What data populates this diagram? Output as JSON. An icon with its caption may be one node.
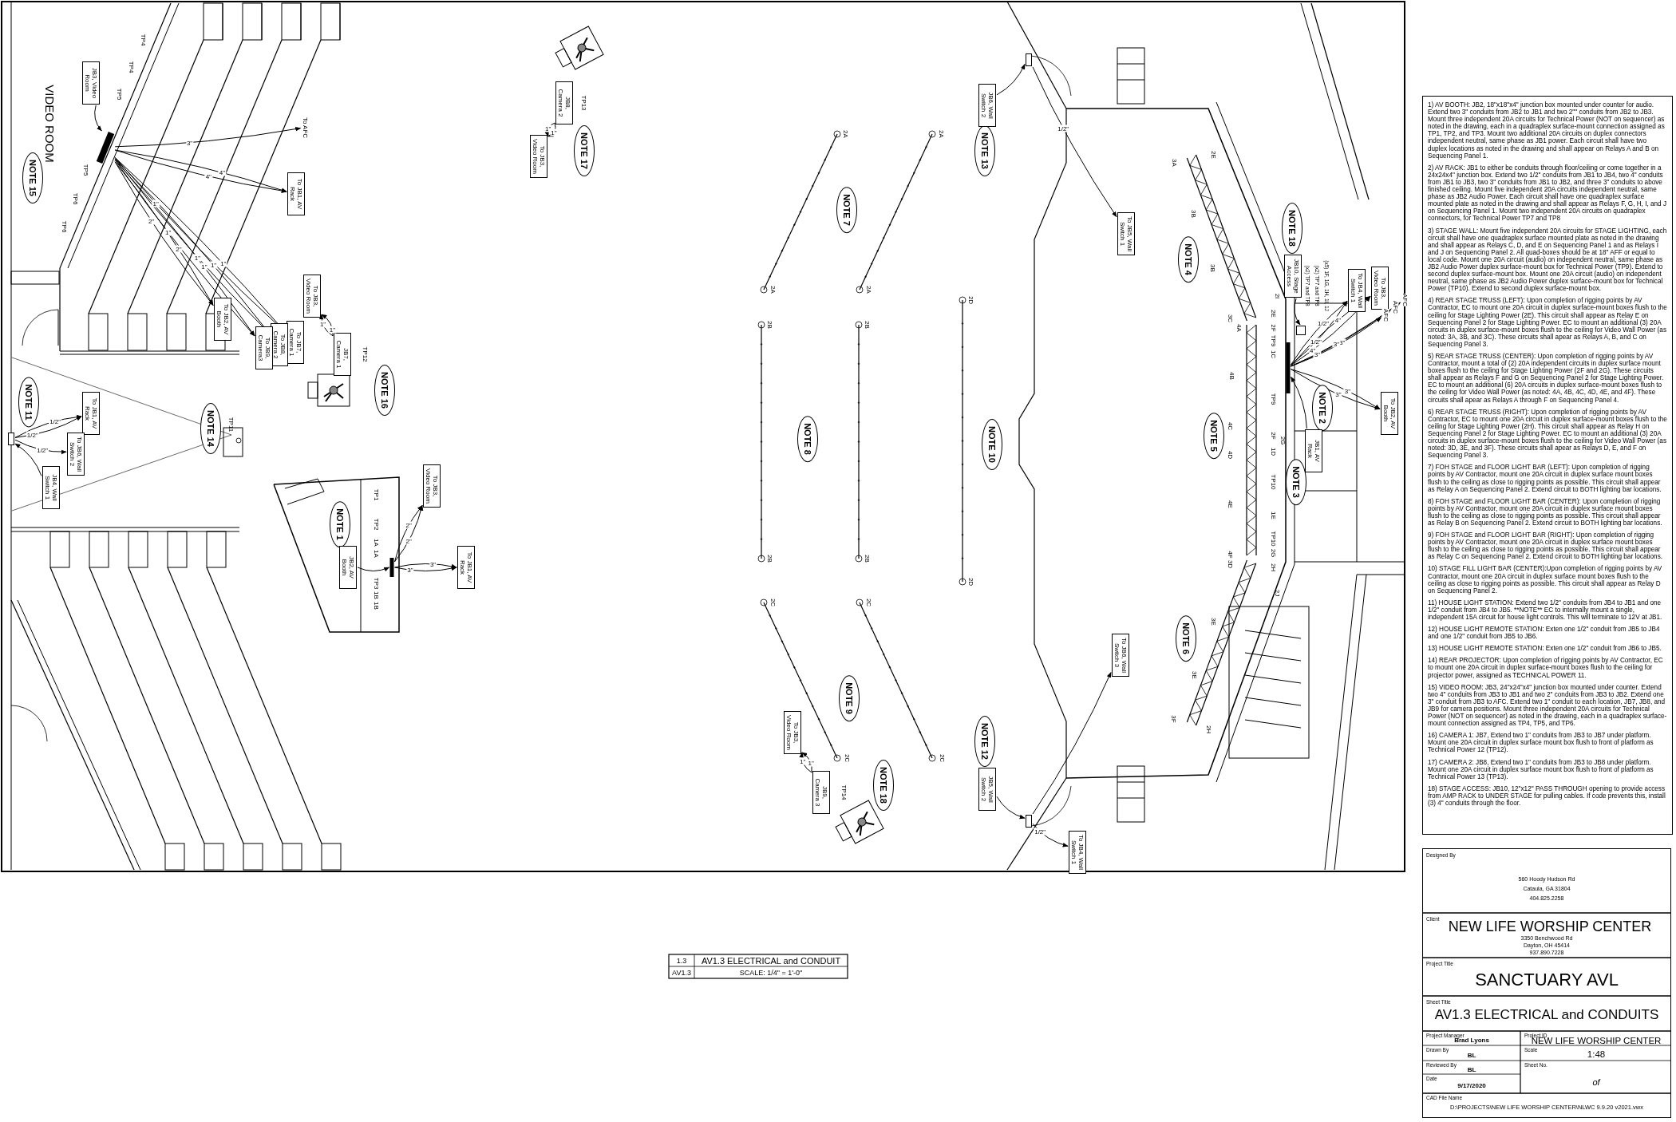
{
  "diagram": {
    "nodes": [
      {
        "text": [
          "JB3, Video Room"
        ]
      },
      {
        "text": [],
        "shape": "bar"
      },
      {
        "text": [
          "To AFC"
        ]
      },
      {
        "text": [
          "To JB1, AV Rack"
        ]
      },
      {
        "text": [
          "To JB2, AV Booth"
        ]
      },
      {
        "text": [
          "To JB7, Camera 1"
        ]
      },
      {
        "text": [
          "To JB8, Camera 2"
        ]
      },
      {
        "text": [
          "To JB9, Camera3"
        ]
      },
      {
        "text": [
          "NOTE 15"
        ]
      },
      {
        "text": [
          "JB7, Camera 1"
        ]
      },
      {
        "text": [
          "To JB3, Video Room"
        ]
      },
      {
        "text": [
          "NOTE 16"
        ]
      },
      {
        "text": [
          "NOTE 11"
        ]
      },
      {
        "text": [],
        "shape": "box"
      },
      {
        "text": [
          "JB4, Wall Switch 1"
        ]
      },
      {
        "text": [
          "To JB1, AV Rack"
        ]
      },
      {
        "text": [
          "To JB6, Wall Switch 2"
        ]
      },
      {
        "text": [
          "NOTE 14"
        ]
      },
      {
        "text": [
          "NOTE 1"
        ]
      },
      {
        "text": [
          "JB2, AV Booth"
        ]
      },
      {
        "text": [],
        "shape": "bar"
      },
      {
        "text": [
          "To JB3, Video Room"
        ]
      },
      {
        "text": [
          "To JB1, AV Rack"
        ]
      },
      {
        "text": [
          "JB8, Camera 2"
        ]
      },
      {
        "text": [
          "To JB3, Video Room"
        ]
      },
      {
        "text": [
          "NOTE 17"
        ]
      },
      {
        "text": [
          "NOTE 7"
        ]
      },
      {
        "text": [
          "NOTE 8"
        ]
      },
      {
        "text": [
          "NOTE 10"
        ]
      },
      {
        "text": [
          "NOTE 9"
        ]
      },
      {
        "text": [
          "JB9, Camera 3"
        ]
      },
      {
        "text": [
          "To JB3, Video Room"
        ]
      },
      {
        "text": [
          "NOTE 18"
        ]
      },
      {
        "text": [
          "NOTE 13"
        ]
      },
      {
        "text": [
          "JB6, Wall Switch 2"
        ]
      },
      {
        "text": [],
        "shape": "box"
      },
      {
        "text": [
          "To JB5, Wall Switch 1"
        ]
      },
      {
        "text": [
          "NOTE 12"
        ]
      },
      {
        "text": [
          "JB5, Wall Switch 2"
        ]
      },
      {
        "text": [],
        "shape": "box"
      },
      {
        "text": [
          "To JB4, Wall Switch 1"
        ]
      },
      {
        "text": [
          "To JB6, Wall Switch 3"
        ]
      },
      {
        "text": [
          "NOTE 4"
        ]
      },
      {
        "text": [
          "NOTE 5"
        ]
      },
      {
        "text": [
          "NOTE 6"
        ]
      },
      {
        "text": [
          "NOTE 18"
        ]
      },
      {
        "text": [
          "JB10, Stage Access"
        ]
      },
      {
        "text": [
          "NOTE 3"
        ]
      },
      {
        "text": [
          "NOTE 2"
        ]
      },
      {
        "text": [
          "JB1, AV Rack"
        ]
      },
      {
        "text": [],
        "shape": "bar"
      },
      {
        "text": [
          "To JB4, Wall Switch 1"
        ]
      },
      {
        "text": [
          "To JB3, Video Room"
        ]
      },
      {
        "text": [
          "AFC"
        ]
      },
      {
        "text": [
          "AFC"
        ]
      },
      {
        "text": [
          "AFC"
        ]
      },
      {
        "text": [
          "To JB2, AV Booth"
        ]
      },
      {
        "text": [],
        "shape": "box"
      }
    ],
    "edges": [
      {
        "from": 0,
        "to": 1,
        "arrow": "to"
      },
      {
        "from": 1,
        "to": 2,
        "arrow": "to",
        "label": "3\""
      },
      {
        "from": 1,
        "to": 3,
        "arrow": "to",
        "label": "4\""
      },
      {
        "from": 1,
        "to": 3,
        "arrow": "to",
        "label": "4\""
      },
      {
        "from": 1,
        "to": 4,
        "arrow": "to",
        "label": "2\""
      },
      {
        "from": 1,
        "to": 4,
        "arrow": "to",
        "label": "2\""
      },
      {
        "from": 1,
        "to": 5,
        "arrow": "to",
        "label": "1\""
      },
      {
        "from": 1,
        "to": 5,
        "arrow": "to",
        "label": "1\""
      },
      {
        "from": 1,
        "to": 6,
        "arrow": "to",
        "label": "1\""
      },
      {
        "from": 1,
        "to": 6,
        "arrow": "to",
        "label": "1\""
      },
      {
        "from": 1,
        "to": 7,
        "arrow": "to",
        "label": "1\""
      },
      {
        "from": 1,
        "to": 7,
        "arrow": "to",
        "label": "1\""
      },
      {
        "from": 9,
        "to": 10,
        "arrow": "to",
        "label": "1\""
      },
      {
        "from": 9,
        "to": 10,
        "arrow": "to",
        "label": "1\""
      },
      {
        "from": 14,
        "to": 13,
        "arrow": "to"
      },
      {
        "from": 13,
        "to": 15,
        "arrow": "to",
        "label": "1/2\""
      },
      {
        "from": 13,
        "to": 15,
        "arrow": "to",
        "label": "1/2\""
      },
      {
        "from": 13,
        "to": 16,
        "arrow": "to",
        "label": "1/2\""
      },
      {
        "from": 19,
        "to": 20,
        "arrow": "to"
      },
      {
        "from": 20,
        "to": 21,
        "arrow": "to",
        "label": "2\""
      },
      {
        "from": 20,
        "to": 21,
        "arrow": "to",
        "label": "2\""
      },
      {
        "from": 20,
        "to": 22,
        "arrow": "to",
        "label": "3\""
      },
      {
        "from": 20,
        "to": 22,
        "arrow": "to",
        "label": "3\""
      },
      {
        "from": 23,
        "to": 24,
        "arrow": "to",
        "label": "1\""
      },
      {
        "from": 23,
        "to": 24,
        "arrow": "to",
        "label": "1\""
      },
      {
        "from": 30,
        "to": 31,
        "arrow": "to",
        "label": "1\""
      },
      {
        "from": 30,
        "to": 31,
        "arrow": "to",
        "label": "1\""
      },
      {
        "from": 34,
        "to": 35,
        "arrow": "to"
      },
      {
        "from": 35,
        "to": 36,
        "arrow": "to",
        "label": "1/2\""
      },
      {
        "from": 38,
        "to": 39,
        "arrow": "to"
      },
      {
        "from": 39,
        "to": 40,
        "arrow": "to",
        "label": "1/2\""
      },
      {
        "from": 39,
        "to": 41,
        "arrow": "to"
      },
      {
        "from": 46,
        "to": 57,
        "arrow": "to"
      },
      {
        "from": 49,
        "to": 50,
        "arrow": "to"
      },
      {
        "from": 50,
        "to": 51,
        "arrow": "to",
        "label": "1/2\""
      },
      {
        "from": 50,
        "to": 51,
        "arrow": "to",
        "label": "1/2\""
      },
      {
        "from": 50,
        "to": 52,
        "arrow": "to",
        "label": "4\""
      },
      {
        "from": 50,
        "to": 52,
        "arrow": "to",
        "label": "4\""
      },
      {
        "from": 50,
        "to": 53,
        "arrow": "to",
        "label": "3\""
      },
      {
        "from": 50,
        "to": 54,
        "arrow": "to",
        "label": "3\""
      },
      {
        "from": 50,
        "to": 55,
        "arrow": "to",
        "label": "3\""
      },
      {
        "from": 50,
        "to": 56,
        "arrow": "to",
        "label": "3\""
      },
      {
        "from": 50,
        "to": 56,
        "arrow": "to",
        "label": "3\""
      }
    ],
    "labels": [
      "VIDEO ROOM",
      "TP4",
      "TP4",
      "TP5",
      "TP5",
      "TP6",
      "TP6",
      "TP12",
      "TP11",
      "TP1",
      "TP2",
      "1A",
      "1A",
      "TP3",
      "1B",
      "1B",
      "TP13",
      "2A",
      "2A",
      "2A",
      "2A",
      "2B",
      "2B",
      "2D",
      "2B",
      "2B",
      "2D",
      "2C",
      "2C",
      "2C",
      "2C",
      "TP14",
      "2E",
      "3A",
      "3B",
      "3B",
      "2I",
      "3C",
      "4A",
      "2E",
      "2F",
      "TP9",
      "1C",
      "4B",
      "TP9",
      "4C",
      "2F",
      "1D",
      "2G",
      "4D",
      "TP10",
      "4E",
      "1E",
      "TP10",
      "2G",
      "4F",
      "3D",
      "2H",
      "2J",
      "3E",
      "3E",
      "3F",
      "2H",
      "(x5) 1F, 1G, 1H, 1I, 1J",
      "(x2) TP7 and TP8",
      "(x2) TP7 and TP8",
      "1.3",
      "AV1.3 ELECTRICAL and CONDUIT",
      "AV1.3",
      "SCALE: 1/4\" = 1'-0\"",
      "1) AV BOOTH: JB2, 18\"x18\"x4\" junction box mounted under counter for audio. Extend two 3\" conduits from JB2 to JB1 and two 2\"\" conduits from JB2 to JB3. Mount three independent 20A circuits for Technical Power (NOT on sequencer) as noted in the drawing, each in a quadraplex surface-mount connection assigned as TP1, TP2, and TP3. Mount two additional 20A circuits on duplex connectors independent neutral, same phase as JB1 power. Each circuit shall have two duplex locations as noted in the drawing and shall appear on Relays A and B on Sequencing Panel 1.",
      "2) AV RACK: JB1 to either be conduits through floor/ceiling or come together in a 24x24x4\" junction box. Extend two 1/2\" conduits from JB1 to JB4, two 4\" conduits from JB1 to JB3, two 3\" conduits from JB1 to JB2, and three 3\" conduits to above finished ceiling. Mount five independent 20A circuits independent neutral, same phase as JB2 Audio Power. Each circuit shall have one quadraplex surface mounted plate as noted in the drawing and shall appear as Relays F, G, H, I, and J on Sequencing Panel 1. Mount two independent 20A circuits on quadraplex connectors, for Technical Power TP7 and TP8",
      "3) STAGE WALL: Mount five independent 20A circuits for STAGE LIGHTING, each circuit shall have one quadraplex surface mounted plate as noted in the drawing and shall appear as Relays C, D, and E on Sequencing Panel 1 and as Relays I and J on Sequencing Panel 2. All quad-boxes should be at 18\" AFF or equal to local code. Mount one 20A circuit (audio) on independent neutral, same phase as JB2 Audio Power duplex surface-mount box for Technical Power (TP9). Extend to second duplex surface-mount box. Mount one 20A circuit (audio) on independent neutral, same phase as JB2 Audio Power duplex surface-mount box for Technical Power (TP10). Extend to second duplex surface-mount box.",
      "4) REAR STAGE TRUSS (LEFT): Upon completion of rigging points by AV Contractor, EC to mount one 20A circuit in duplex surface-mount boxes flush to the ceiling for Stage Lighting Power (2E). This circuit shall appear as Relay E on Sequencing Panel 2 for Stage Lighting Power. EC to mount an additional (3) 20A circuits in duplex surface-mount boxes flush to the ceiling for Video Wall Power (as noted: 3A, 3B, and 3C). These circuits shall apear as Relays A, B, and C on Sequencing Panel 3.",
      "5) REAR STAGE TRUSS (CENTER): Upon completion of rigging points by AV Contractor, mount a total of (2) 20A independent circuits in duplex surface mount boxes flush to the ceiling for Stage Lighting Power (2F and 2G). These circuits shall appear as Relays F and G on Sequencing Panel 2 for Stage Lighting Power. EC to mount an additional (6) 20A circuits in duplex surface-mount boxes flush to the ceiling for Video Wall Power (as noted: 4A, 4B, 4C, 4D, 4E, and 4F). These circuits shall apear as Relays A through F on Sequencing Panel 4.",
      "6) REAR STAGE TRUSS (RIGHT): Upon completion of rigging points by AV Contractor, EC to mount one 20A circuit in duplex surface-mount boxes flush to the ceiling for Stage Lighting Power (2H). This circuit shall appear as Relay H on Sequencing Panel 2 for Stage Lighting Power. EC to mount an additional (3) 20A circuits in duplex surface-mount boxes flush to the ceiling for Video Wall Power (as noted: 3D, 3E, and 3F). These circuits shall apear as Relays D, E, and F on Sequencing Panel 3.",
      "7) FOH STAGE and FLOOR LIGHT BAR (LEFT): Upon completion of rigging points by AV Contractor, mount one 20A circuit in duplex surface mount boxes flush to the ceiling as close to rigging points as possible. This circuit shall appear as Relay A on Sequencing Panel 2. Extend circuit to BOTH lighting bar locations.",
      "8) FOH STAGE and FLOOR LIGHT BAR (CENTER): Upon completion of rigging points by AV Contractor, mount one 20A circuit in duplex surface mount boxes flush to the ceiling as close to rigging points as possible. This circuit shall appear as Relay B on Sequencing Panel 2. Extend circuit to BOTH lighting bar locations.",
      "9) FOH STAGE and FLOOR LIGHT BAR (RIGHT): Upon completion of rigging points by AV Contractor, mount one 20A circuit in duplex surface mount boxes flush to the ceiling as close to rigging points as possible. This circuit shall appear as Relay C on Sequencing Panel 2. Extend circuit to BOTH lighting bar locations.",
      "10) STAGE FILL LIGHT BAR (CENTER):Upon completion of rigging points by AV Contractor, mount one 20A circuit in duplex surface mount boxes flush to the ceiling as close to rigging points as possible. This circuit shall appear as Relay D on Sequencing Panel 2.",
      "11) HOUSE LIGHT STATION: Extend two 1/2\" conduits from JB4 to JB1 and one 1/2\" conduit from JB4 to JB5. **NOTE** EC to internally mount a single, independent 15A circuit for house light controls. This will terminate to 12V at JB1.",
      "12) HOUSE LIGHT REMOTE STATION: Exten one 1/2\" conduit from JB5 to JB4 and one 1/2\" conduit from JB5 to JB6.",
      "13) HOUSE LIGHT REMOTE STATION: Exten one 1/2\" conduit from JB6 to JB5.",
      "14) REAR PROJECTOR: Upon completion of rigging points by AV Contractor, EC to mount one 20A circuit in duplex surface-mount boxes flush to the ceiling for projector power, assigned as TECHNICAL POWER 11.",
      "15) VIDEO ROOM: JB3, 24\"x24\"x4\" junction box mounted under counter. Extend two 4\" conduits from JB3 to JB1 and two 2\" conduits from JB3 to JB2. Extend one 3\" conduit from JB3 to AFC. Extend two 1\" conduit to each location, JB7, JB8, and JB9 for camera positions. Mount three independent 20A circuits for Technical Power (NOT on sequencer) as noted in the drawing, each in a quadraplex surface-mount connection assigned as TP4, TP5, and TP6.",
      "16) CAMERA 1: JB7, Extend two 1\" conduits from JB3 to JB7 under platform. Mount one 20A circuit in duplex surface mount box flush to front of platform as Technical Power 12 (TP12).",
      "17) CAMERA 2: JB8, Extend two 1\" conduits from JB3 to JB8 under platform. Mount one 20A circuit in duplex surface mount box flush to front of platform as Technical Power 13 (TP13).",
      "18) STAGE ACCESS: JB10, 12\"x12\" PASS THROUGH opening to provide access from AMP RACK to UNDER STAGE for pulling cables. If code prevents this, install (3) 4\" conduits through the floor.",
      "Designed By",
      "560 Hoody Hudson Rd",
      "Cataula, GA 31804",
      "404.825.2258",
      "Client",
      "NEW LIFE WORSHIP CENTER",
      "3350 Benchwood Rd",
      "Dayton, OH 45414",
      "937.890.7228",
      "Project Title",
      "SANCTUARY AVL",
      "Sheet Title",
      "AV1.3 ELECTRICAL and CONDUITS",
      "Project Manager",
      "Brad Lyons",
      "Project ID",
      "NEW LIFE WORSHIP CENTER",
      "Drawn By",
      "BL",
      "Scale",
      "1:48",
      "Reviewed By",
      "BL",
      "Sheet No.",
      "of",
      "Date",
      "9/17/2020",
      "CAD File Name",
      "D:\\PROJECTS\\NEW LIFE WORSHIP CENTER\\NLWC 9.9.20 v2021.vwx"
    ]
  }
}
